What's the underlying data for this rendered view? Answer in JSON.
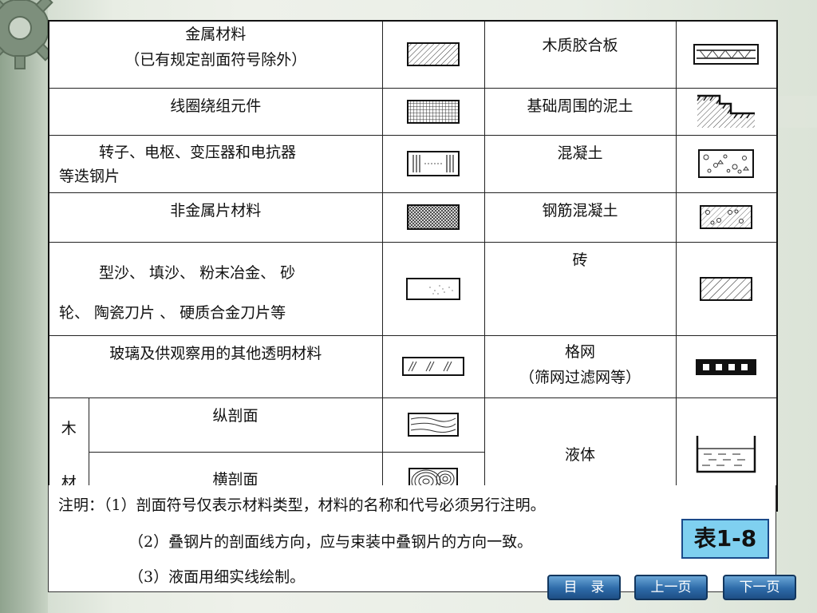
{
  "table": {
    "rows": [
      {
        "left": "金属材料",
        "left2": "（已有规定剖面符号除外）",
        "right": "木质胶合板"
      },
      {
        "left": "线圈绕组元件",
        "right": "基础周围的泥土"
      },
      {
        "left": "转子、电枢、变压器和电抗器",
        "left2": "等迭钢片",
        "right": "混凝土"
      },
      {
        "left": "非金属片材料",
        "right": "钢筋混凝土"
      },
      {
        "left": "型沙、 填沙、 粉末冶金、 砂",
        "left2": "轮、 陶瓷刀片 、 硬质合金刀片等",
        "right": "砖"
      },
      {
        "left": "玻璃及供观察用的其他透明材料",
        "right": "格网",
        "right2": "（筛网过滤网等）"
      }
    ],
    "wood_char1": "木",
    "wood_char2": "材",
    "wood_long": "纵剖面",
    "wood_cross": "横剖面",
    "liquid": "液体"
  },
  "notes": {
    "line1": "注明：（1）剖面符号仅表示材料类型，材料的名称和代号必须另行注明。",
    "line2": "（2）叠钢片的剖面线方向，应与束装中叠钢片的方向一致。",
    "line3": "（3）液面用细实线绘制。"
  },
  "badge": "表1-8",
  "nav": {
    "toc": "目　录",
    "prev": "上一页",
    "next": "下一页"
  },
  "colors": {
    "badge_bg": "#7fd0f0",
    "nav_bg": "#2d6aa8"
  }
}
